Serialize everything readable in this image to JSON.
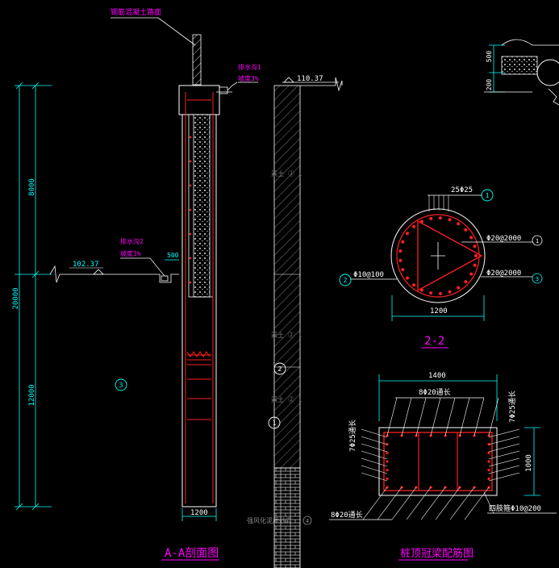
{
  "colors": {
    "background": "#000000",
    "line": "#ffffff",
    "dim": "#00ffff",
    "annotation": "#ff00ff",
    "rebar": "#ff2020",
    "callout": "#00ff00",
    "hatch": "#b0b0b0"
  },
  "section_aa": {
    "title": "A-A剖面图",
    "top_label": "钢筋混凝土路面",
    "elevation_top": "110.37",
    "elevation_mid": "102.37",
    "dim_total": "20000",
    "dim_upper": "8000",
    "dim_lower": "12000",
    "dim_pile_width": "1200",
    "dim_ditch": "500",
    "drain1": {
      "line1": "排水沟1",
      "line2": "坡度3%"
    },
    "drain2": {
      "line1": "排水沟2",
      "line2": "坡度3%"
    },
    "bubble_3": "3",
    "bubble_1": "1",
    "bubble_2": "2",
    "strata_label": "强风化泥质砂岩",
    "strata_bubble": "4"
  },
  "section_22": {
    "title": "2-2",
    "main_bar": "25Φ25",
    "stirrup": "Φ10@100",
    "tri_bar_1": "Φ20@2000",
    "tri_bar_2": "Φ20@2000",
    "dia": "1200",
    "b1": "1",
    "b2": "2",
    "b3": "3"
  },
  "cap_beam": {
    "title": "桩顶冠梁配筋图",
    "width": "1400",
    "height": "1000",
    "top_bars": "8Φ20通长",
    "bottom_bars": "8Φ20通长",
    "side_left": "7Φ25通长",
    "side_right": "7Φ25通长",
    "stirrup": "四肢箍Φ10@200"
  },
  "detail": {
    "d500": "500",
    "d200": "200"
  }
}
